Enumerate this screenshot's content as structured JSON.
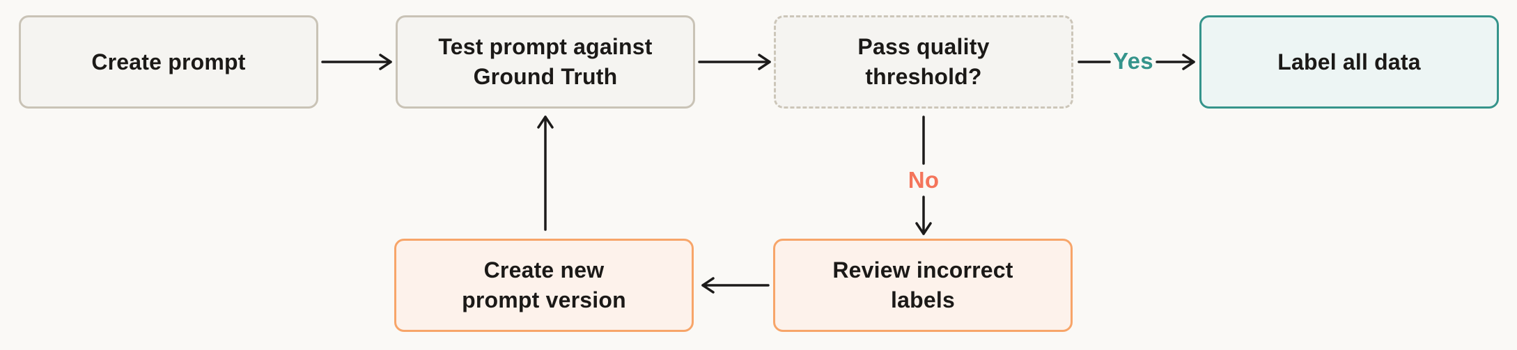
{
  "flowchart": {
    "nodes": [
      {
        "id": "create-prompt",
        "label": "Create prompt",
        "type": "process"
      },
      {
        "id": "test-prompt",
        "label": "Test prompt against\nGround Truth",
        "type": "process"
      },
      {
        "id": "pass-quality",
        "label": "Pass quality\nthreshold?",
        "type": "decision"
      },
      {
        "id": "label-all-data",
        "label": "Label all data",
        "type": "terminal"
      },
      {
        "id": "review-incorrect",
        "label": "Review incorrect\nlabels",
        "type": "action"
      },
      {
        "id": "create-new-version",
        "label": "Create new\nprompt version",
        "type": "action"
      }
    ],
    "edges": [
      {
        "from": "create-prompt",
        "to": "test-prompt",
        "label": ""
      },
      {
        "from": "test-prompt",
        "to": "pass-quality",
        "label": ""
      },
      {
        "from": "pass-quality",
        "to": "label-all-data",
        "label": "Yes"
      },
      {
        "from": "pass-quality",
        "to": "review-incorrect",
        "label": "No"
      },
      {
        "from": "review-incorrect",
        "to": "create-new-version",
        "label": ""
      },
      {
        "from": "create-new-version",
        "to": "test-prompt",
        "label": ""
      }
    ],
    "colors": {
      "background": "#FAF9F6",
      "process_fill": "#F5F4F1",
      "process_border": "#C9C3B6",
      "decision_border": "#CCC6B9",
      "terminal_fill": "#EDF5F4",
      "terminal_border": "#35948B",
      "action_fill": "#FDF2EB",
      "action_border": "#F7A569",
      "yes_label_color": "#35948B",
      "no_label_color": "#F4755B",
      "arrow_color": "#1C1B1A",
      "text_color": "#1B1917"
    }
  }
}
